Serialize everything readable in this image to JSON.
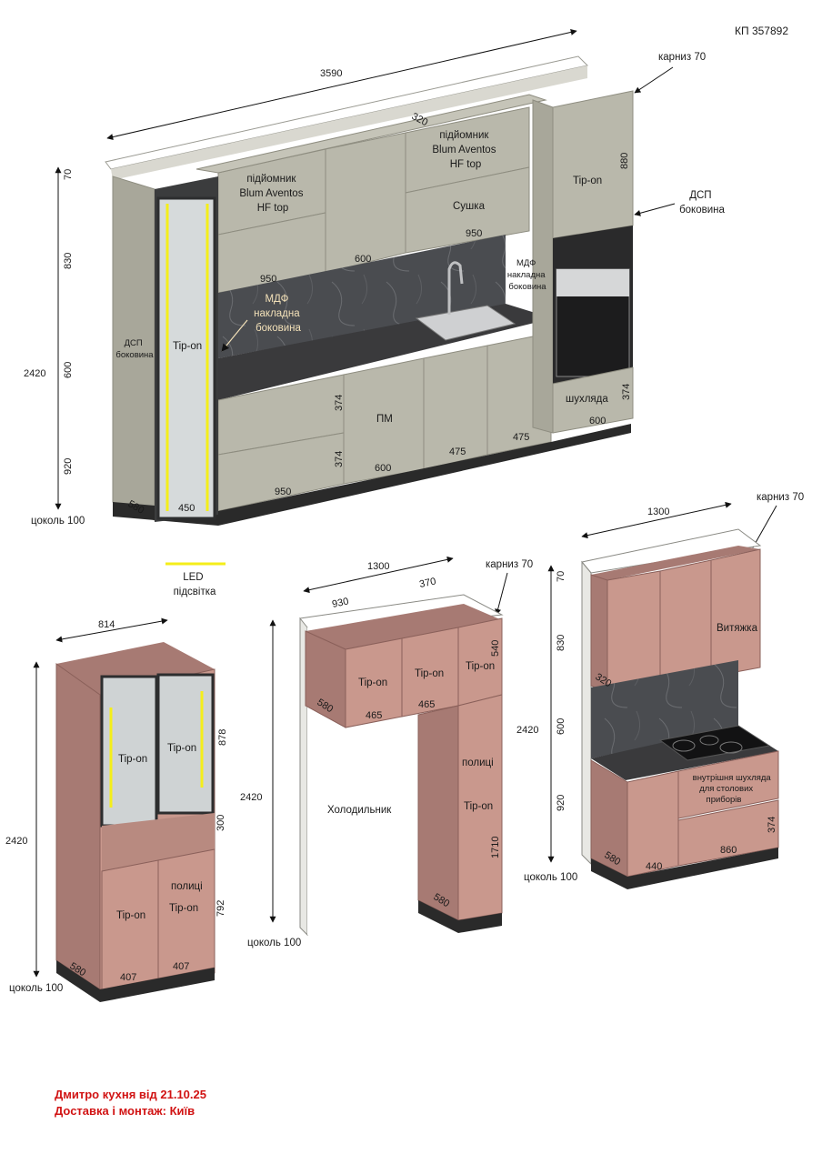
{
  "header": {
    "project_code": "КП 357892"
  },
  "colors": {
    "grey_front": "#b9b8ab",
    "grey_side": "#a8a79a",
    "pink_front": "#c9988d",
    "pink_side": "#a77a73",
    "plinth": "#2a2a2a",
    "countertop": "#3a3a3c",
    "led": "#f4ee1a",
    "note_red": "#d11313"
  },
  "main_view": {
    "width": "3590",
    "height": "2420",
    "plinth": "цоколь 100",
    "cornice": "карниз 70",
    "vertical_dims": [
      "70",
      "830",
      "600",
      "920"
    ],
    "labels": {
      "lift_left": "підйомник\nBlum Aventos\nHF top",
      "lift_right": "підйомник\nBlum Aventos\nHF top",
      "dryer": "Сушка",
      "tipon_tall_right": "Tip-on",
      "tipon_glass": "Tip-on",
      "dsp_right": "ДСП\nбоковина",
      "dsp_left": "ДСП\nбоковина",
      "mdf_center": "МДФ\nнакладна\nбоковина",
      "mdf_right": "МДФ\nнакладна\nбоковина",
      "dishwasher": "ПМ",
      "drawer": "шухляда"
    },
    "dims": {
      "d320": "320",
      "d880": "880",
      "d950_top": "950",
      "d600_top": "600",
      "d950_upper_left": "950",
      "d374_a": "374",
      "d374_b": "374",
      "d950_bottom": "950",
      "d600_bottom": "600",
      "d475_a": "475",
      "d475_b": "475",
      "d600_right": "600",
      "d374_right": "374",
      "d580": "580",
      "d450": "450"
    }
  },
  "legend": {
    "led": "LED\nпідсвітка"
  },
  "view_a": {
    "width": "814",
    "height": "2420",
    "plinth": "цоколь 100",
    "dims": {
      "d878": "878",
      "d300": "300",
      "d792": "792",
      "d580": "580",
      "d407a": "407",
      "d407b": "407"
    },
    "labels": {
      "tip1": "Tip-on",
      "tip2": "Tip-on",
      "tip3": "Tip-on",
      "shelves": "полиці",
      "tip4": "Tip-on"
    }
  },
  "view_b": {
    "width": "1300",
    "height": "2420",
    "plinth": "цоколь 100",
    "cornice": "карниз 70",
    "dims": {
      "d930": "930",
      "d370": "370",
      "d540": "540",
      "d580a": "580",
      "d465a": "465",
      "d465b": "465",
      "d1710": "1710",
      "d580b": "580"
    },
    "labels": {
      "tip1": "Tip-on",
      "tip2": "Tip-on",
      "tip3": "Tip-on",
      "fridge": "Холодильник",
      "shelves": "полиці",
      "tip4": "Tip-on"
    }
  },
  "view_c": {
    "width": "1300",
    "height": "2420",
    "plinth": "цоколь 100",
    "cornice": "карниз 70",
    "vertical_dims": [
      "70",
      "830",
      "600",
      "920"
    ],
    "dims": {
      "d320": "320",
      "d580": "580",
      "d440": "440",
      "d860": "860",
      "d374": "374"
    },
    "labels": {
      "hood": "Витяжка",
      "inner_drawer": "внутрішня шухляда\nдля столових\nприборів"
    }
  },
  "notes": {
    "line1": "Дмитро кухня від 21.10.25",
    "line2": "Доставка і монтаж: Київ"
  }
}
